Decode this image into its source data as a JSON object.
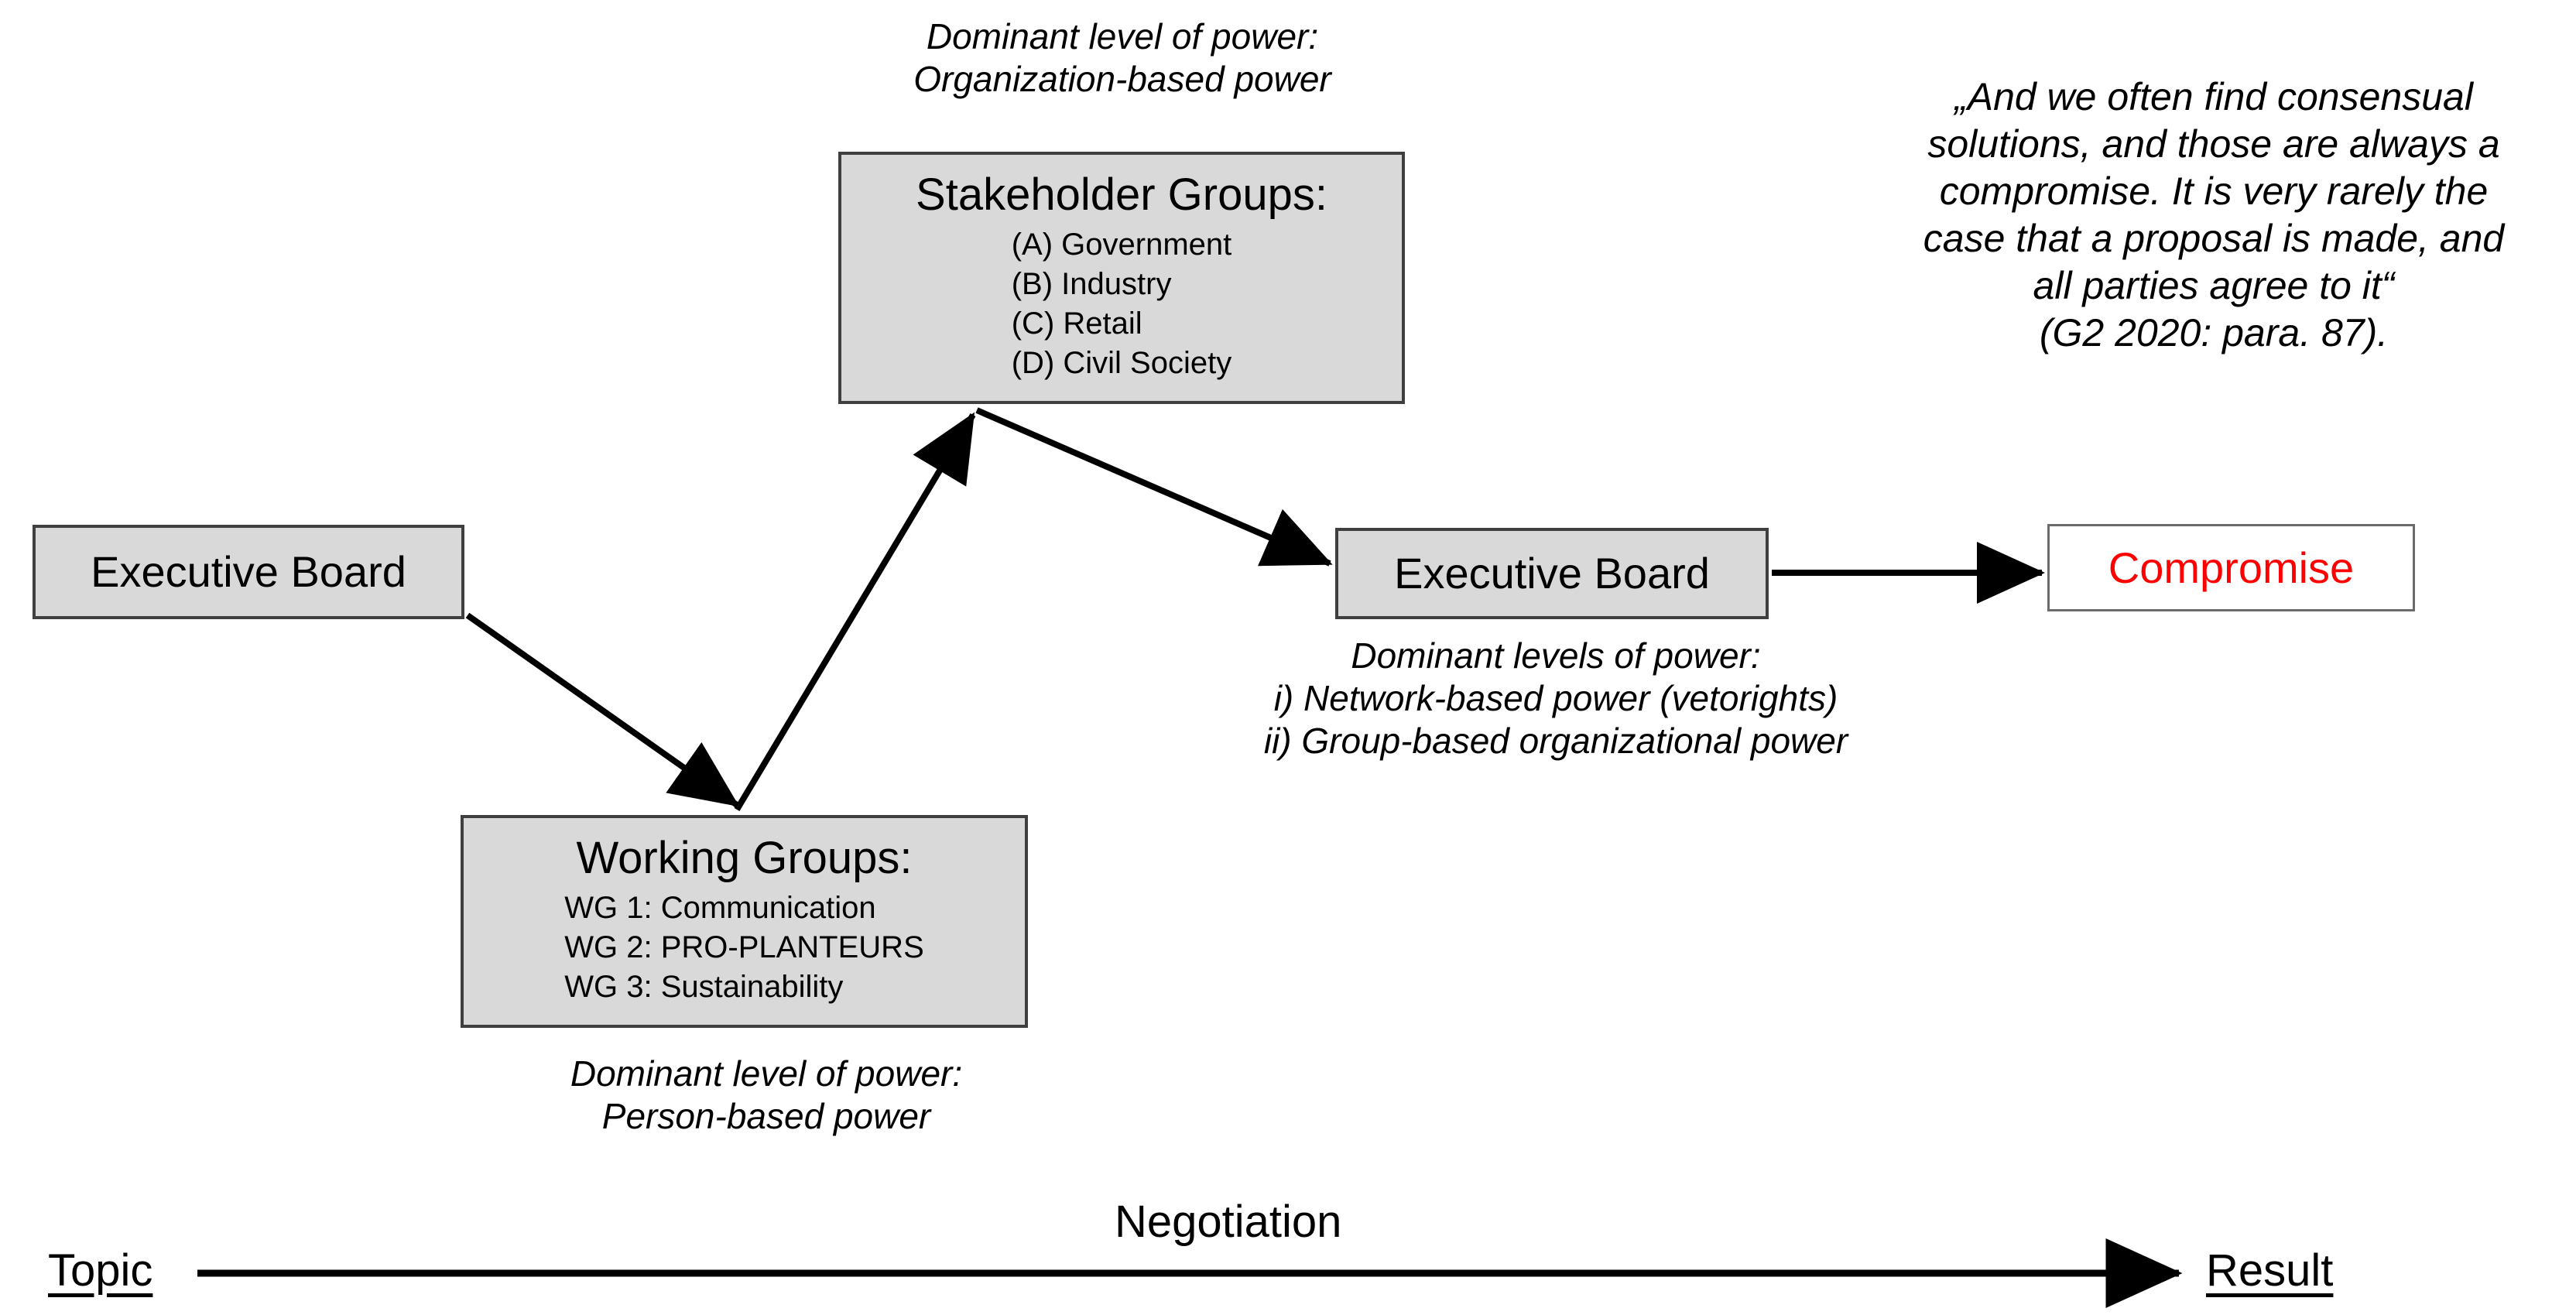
{
  "diagram": {
    "nodes": {
      "executive_board_left": {
        "label": "Executive Board"
      },
      "stakeholder_groups": {
        "title": "Stakeholder Groups:",
        "items": [
          "(A) Government",
          "(B) Industry",
          "(C) Retail",
          "(D) Civil Society"
        ]
      },
      "working_groups": {
        "title": "Working Groups:",
        "items": [
          "WG 1: Communication",
          "WG 2: PRO-PLANTEURS",
          "WG 3: Sustainability"
        ]
      },
      "executive_board_right": {
        "label": "Executive Board"
      },
      "compromise": {
        "label": "Compromise"
      }
    },
    "annotations": {
      "stakeholder_power": "Dominant level of power:\nOrganization-based power",
      "working_groups_power": "Dominant level of power:\nPerson-based power",
      "executive_board_power": "Dominant levels of power:\ni) Network-based power (vetorights)\nii) Group-based organizational power"
    },
    "quote": {
      "text": "„And we often find consensual solutions, and those are always a compromise. It is very rarely the case that a proposal is made, and all parties agree to it“",
      "citation": "(G2 2020: para. 87)."
    },
    "axis": {
      "start_label": "Topic",
      "middle_label": "Negotiation",
      "end_label": "Result"
    }
  },
  "colors": {
    "node_fill": "#d9d9d9",
    "node_border": "#3f3f3f",
    "compromise_text": "#ff0000",
    "line": "#000000"
  }
}
